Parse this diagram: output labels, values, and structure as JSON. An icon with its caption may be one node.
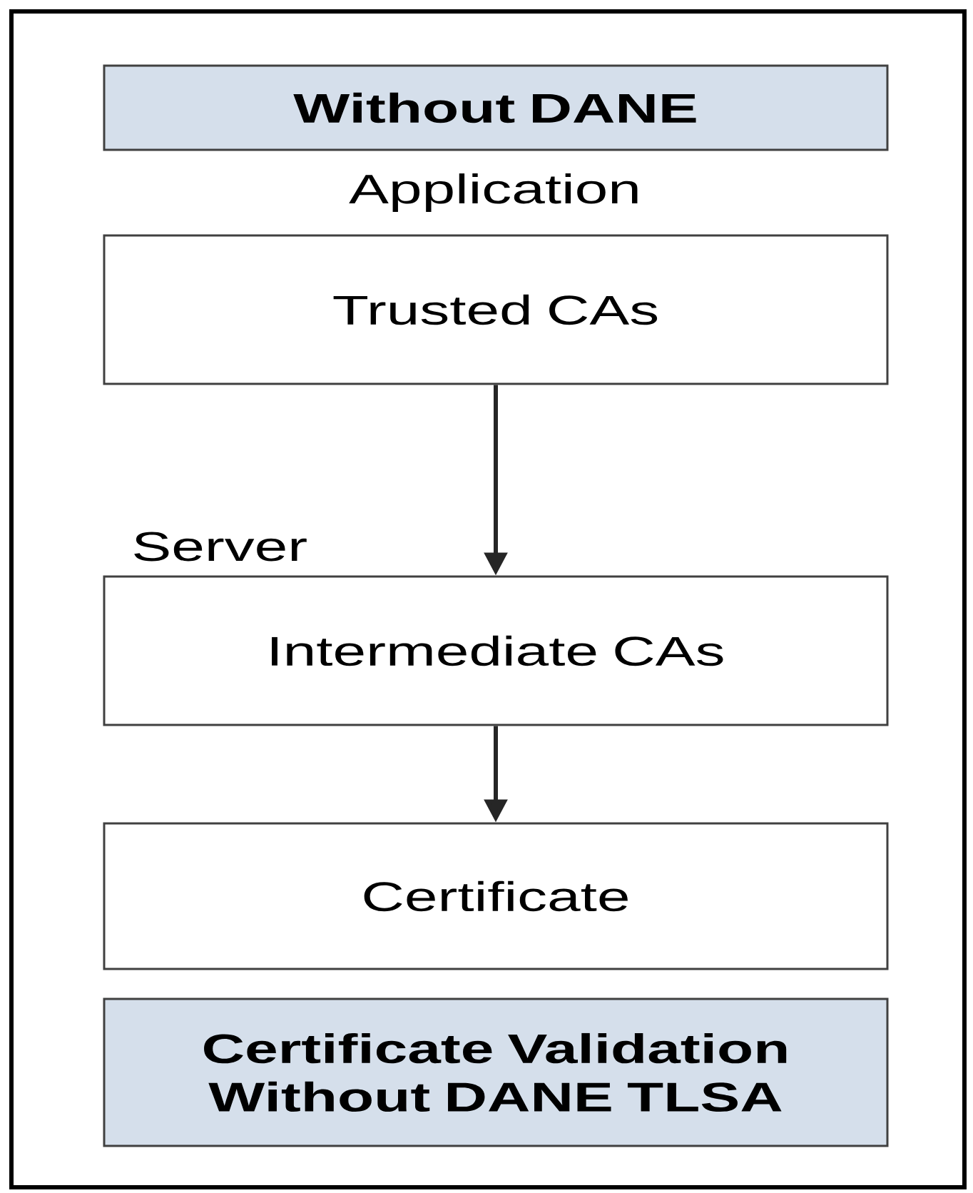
{
  "diagram": {
    "nodes": [
      {
        "text": [
          "Without DANE"
        ]
      },
      {
        "text": [
          "Application",
          "Trusted CAs"
        ]
      },
      {
        "text": [
          "Server",
          "Intermediate CAs"
        ]
      },
      {
        "text": [
          "Certificate"
        ]
      },
      {
        "text": [
          "Certificate Validation Without DANE TLSA"
        ]
      }
    ],
    "edges": [
      {
        "from": 1,
        "to": 2,
        "arrow": "to"
      },
      {
        "from": 2,
        "to": 3,
        "arrow": "to"
      }
    ]
  }
}
